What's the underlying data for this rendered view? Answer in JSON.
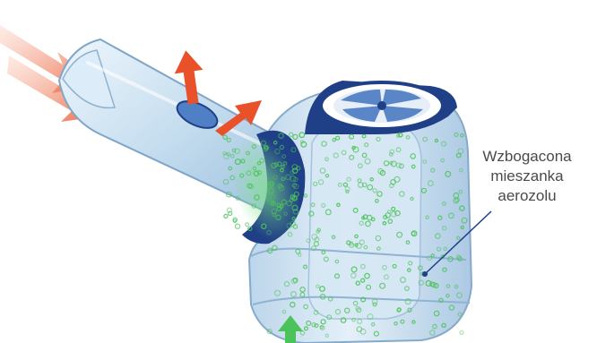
{
  "callout": {
    "label": "Wzbogacona\nmieszanka\naerozolu"
  },
  "colors": {
    "device_body": "#cfe3f2",
    "device_outline": "#7fa6c8",
    "dark_blue_ring": "#1f3f86",
    "aerosol_particles": "#4cc25a",
    "airflow_arrows": "#e8512a",
    "inflow_arrow": "#4cc25a",
    "callout_line": "#1f3f86"
  },
  "icons": [
    "airflow-in-arrow",
    "airflow-out-arrow",
    "inflow-arrow",
    "valve-icon"
  ]
}
